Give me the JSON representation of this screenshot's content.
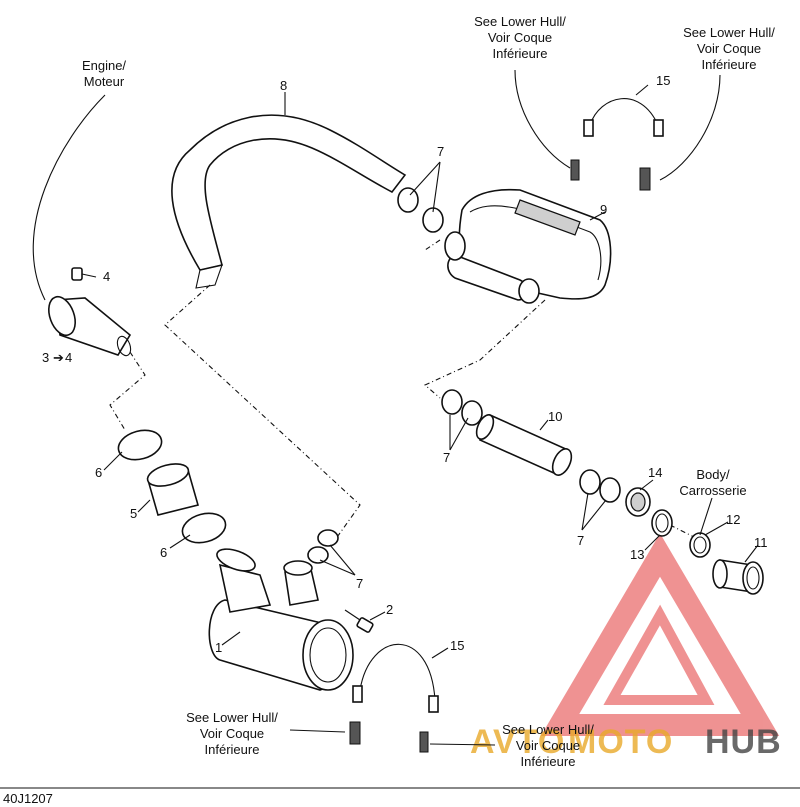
{
  "figure_id": "40J1207",
  "callouts": {
    "engine": [
      "Engine/",
      "Moteur"
    ],
    "body": [
      "Body/",
      "Carrosserie"
    ],
    "lower_hull_top_left": [
      "See Lower Hull/",
      "Voir Coque",
      "Inférieure"
    ],
    "lower_hull_top_right": [
      "See Lower Hull/",
      "Voir Coque",
      "Inférieure"
    ],
    "lower_hull_bottom_left": [
      "See Lower Hull/",
      "Voir Coque",
      "Inférieure"
    ],
    "lower_hull_bottom_right": [
      "See Lower Hull/",
      "Voir Coque",
      "Inférieure"
    ]
  },
  "part_numbers": {
    "p1": "1",
    "p2": "2",
    "p3": "3",
    "p4a": "4",
    "p4b": "4",
    "p5": "5",
    "p6a": "6",
    "p6b": "6",
    "p7a": "7",
    "p7b": "7",
    "p7c": "7",
    "p7d": "7",
    "p8": "8",
    "p9": "9",
    "p10": "10",
    "p11": "11",
    "p12": "12",
    "p13": "13",
    "p14": "14",
    "p15a": "15",
    "p15b": "15"
  },
  "watermark": {
    "word1": "AVTO",
    "word2": "MOTO",
    "word3": "HUB",
    "colors": {
      "red": "#e23a3a",
      "gold": "#e9a92a",
      "gray": "#444444"
    }
  }
}
